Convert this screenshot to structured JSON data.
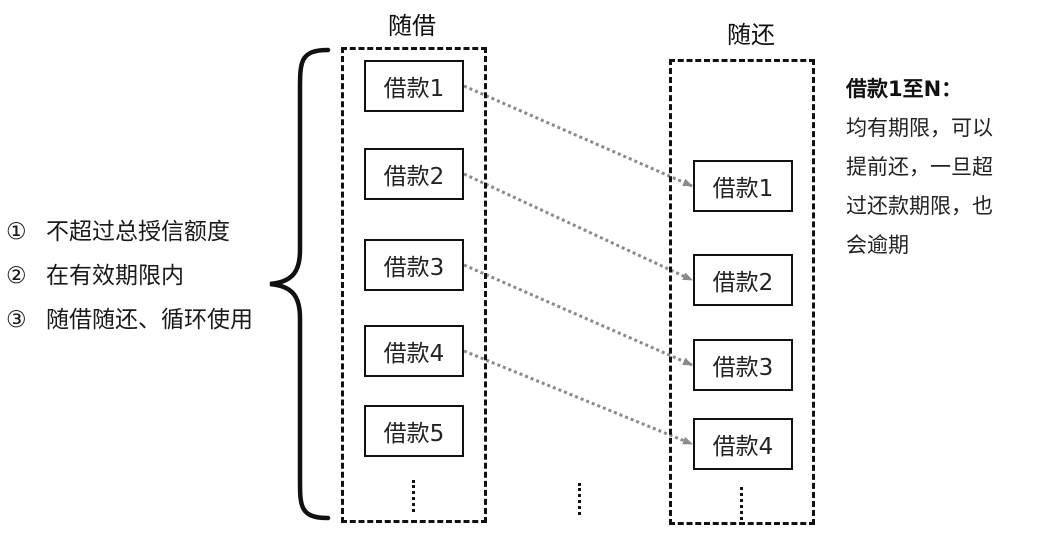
{
  "diagram": {
    "left_column": {
      "title": "随借",
      "loans": [
        "借款1",
        "借款2",
        "借款3",
        "借款4",
        "借款5"
      ],
      "continuation": "⋮"
    },
    "right_column": {
      "title": "随还",
      "loans": [
        "借款1",
        "借款2",
        "借款3",
        "借款4"
      ],
      "continuation": "⋮"
    },
    "middle_continuation": "⋮",
    "connections": [
      {
        "from": "left.借款1",
        "to": "right.借款1"
      },
      {
        "from": "left.借款2",
        "to": "right.借款2"
      },
      {
        "from": "left.借款3",
        "to": "right.借款3"
      },
      {
        "from": "left.借款4",
        "to": "right.借款4"
      }
    ],
    "conditions": [
      {
        "num": "①",
        "text": "不超过总授信额度"
      },
      {
        "num": "②",
        "text": "在有效期限内"
      },
      {
        "num": "③",
        "text": "随借随还、循环使用"
      }
    ],
    "note": {
      "title": "借款1至N：",
      "lines": [
        "均有期限，可以",
        "提前还，一旦超",
        "过还款期限，也",
        "会逾期"
      ]
    },
    "colors": {
      "line": "#111111",
      "arrow": "#8a8a8e"
    }
  }
}
